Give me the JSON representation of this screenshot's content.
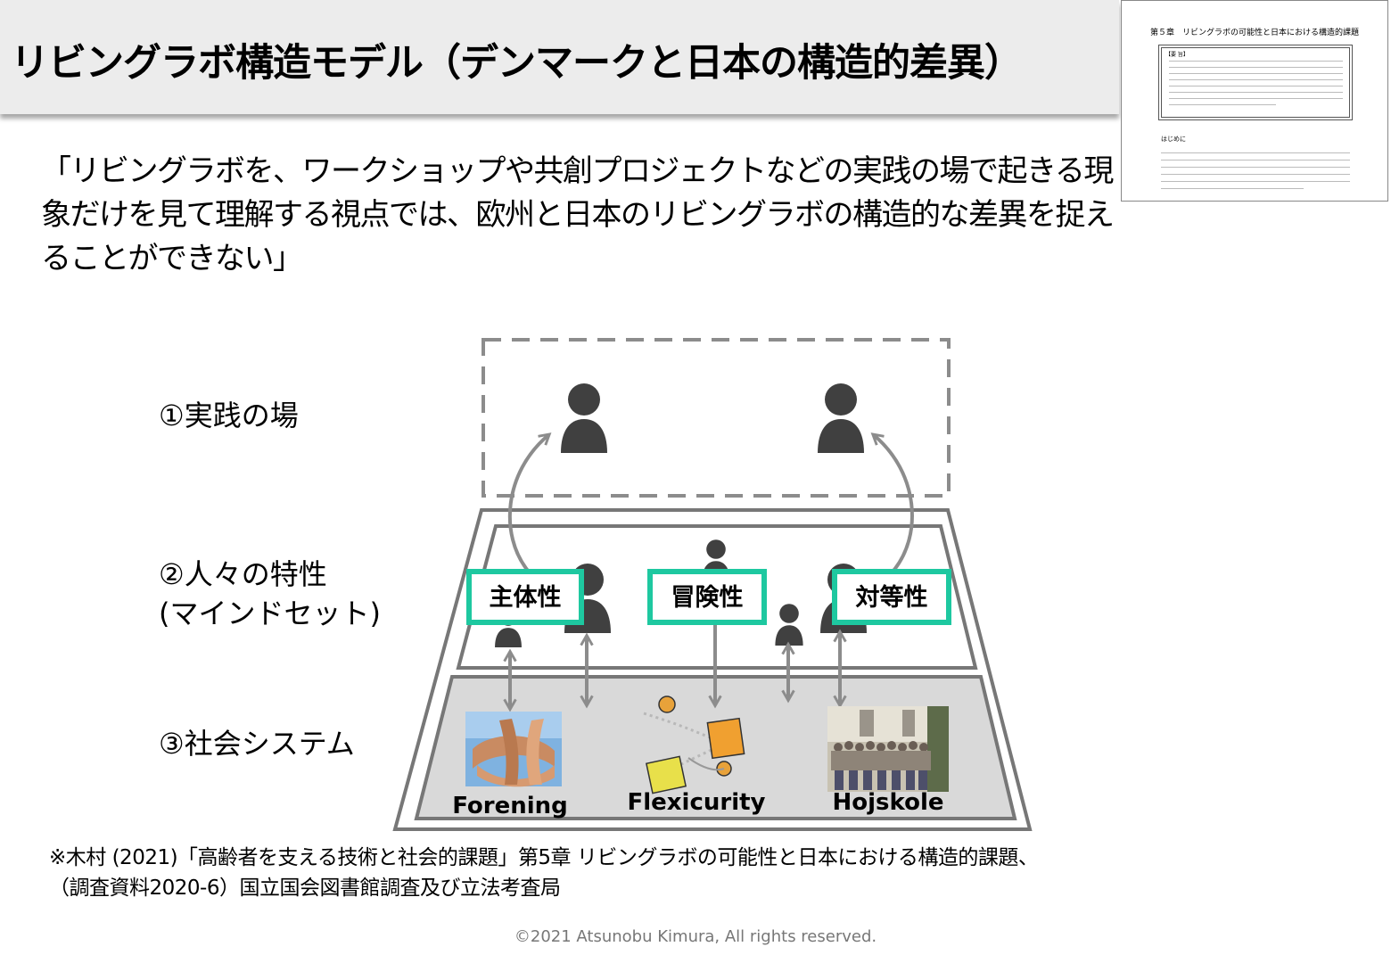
{
  "slide": {
    "title": "リビングラボ構造モデル（デンマークと日本の構造的差異）",
    "quote": "「リビングラボを、ワークショップや共創プロジェクトなどの実践の場で起きる現象だけを見て理解する視点では、欧州と日本のリビングラボの構造的な差異を捉えることができない」",
    "reference_line1": "※木村 (2021)「高齢者を支える技術と社会的課題」第5章 リビングラボの可能性と日本における構造的課題、",
    "reference_line2": "（調査資料2020-6）国立国会図書館調査及び立法考査局",
    "copyright": "©2021 Atsunobu Kimura, All rights reserved."
  },
  "thumbnail": {
    "title": "第５章　リビングラボの可能性と日本における構造的課題",
    "box_label": "【要 旨】",
    "heading": "はじめに"
  },
  "layers": {
    "practice_label": "①実践の場",
    "mindset_label_line1": "②人々の特性",
    "mindset_label_line2": "(マインドセット)",
    "social_label": "③社会システム"
  },
  "mindset_traits": [
    "主体性",
    "冒険性",
    "対等性"
  ],
  "social_systems": [
    "Forening",
    "Flexicurity",
    "Hojskole"
  ],
  "colors": {
    "title_bar": "#ececec",
    "trait_border": "#1ec8a0",
    "plane_stroke": "#777777",
    "system_plane_fill": "#d9d9d9",
    "person_icon": "#404040",
    "arrow": "#8c8c8c"
  },
  "icons": [
    "person-icon",
    "hands-photo",
    "flexicurity-illustration",
    "group-photo"
  ]
}
